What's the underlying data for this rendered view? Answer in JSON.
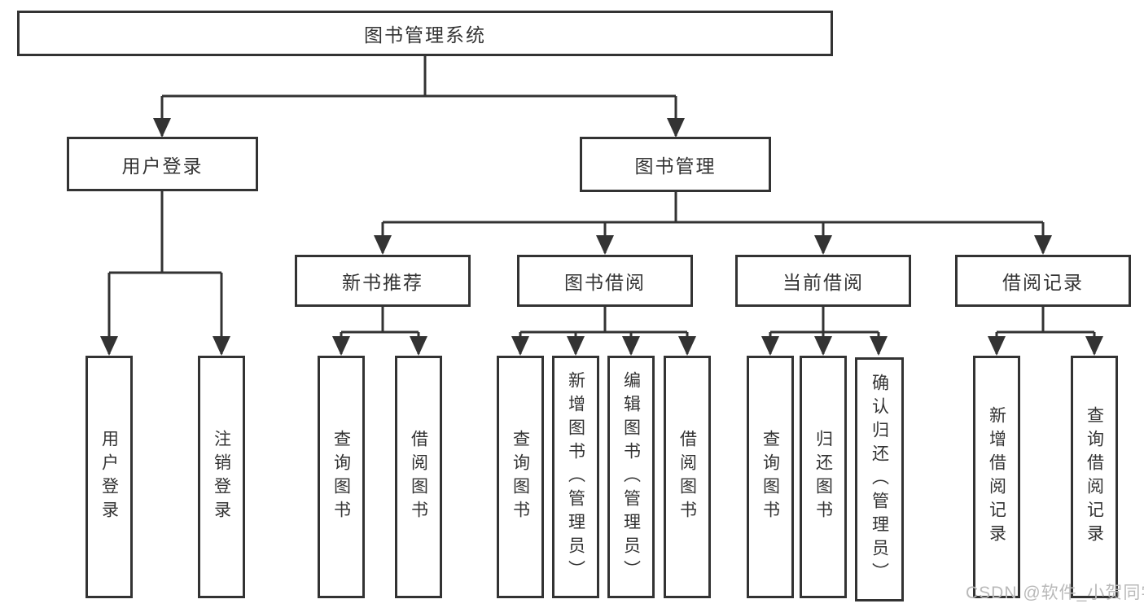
{
  "tree": {
    "root": {
      "label": "图书管理系统",
      "children": [
        {
          "label": "用户登录",
          "children": [
            {
              "label": "用户登录"
            },
            {
              "label": "注销登录"
            }
          ]
        },
        {
          "label": "图书管理",
          "children": [
            {
              "label": "新书推荐",
              "children": [
                {
                  "label": "查询图书"
                },
                {
                  "label": "借阅图书"
                }
              ]
            },
            {
              "label": "图书借阅",
              "children": [
                {
                  "label": "查询图书"
                },
                {
                  "label": "新增图书（管理员）"
                },
                {
                  "label": "编辑图书（管理员）"
                },
                {
                  "label": "借阅图书"
                }
              ]
            },
            {
              "label": "当前借阅",
              "children": [
                {
                  "label": "查询图书"
                },
                {
                  "label": "归还图书"
                },
                {
                  "label": "确认归还（管理员）"
                }
              ]
            },
            {
              "label": "借阅记录",
              "children": [
                {
                  "label": "新增借阅记录"
                },
                {
                  "label": "查询借阅记录"
                }
              ]
            }
          ]
        }
      ]
    }
  },
  "watermark": {
    "text": "CSDN @软件_小贺同学"
  },
  "colors": {
    "line": "#333333",
    "node_border": "#333333",
    "node_text": "#333333",
    "background": "#ffffff",
    "watermark_text": "#b9b9b9"
  }
}
